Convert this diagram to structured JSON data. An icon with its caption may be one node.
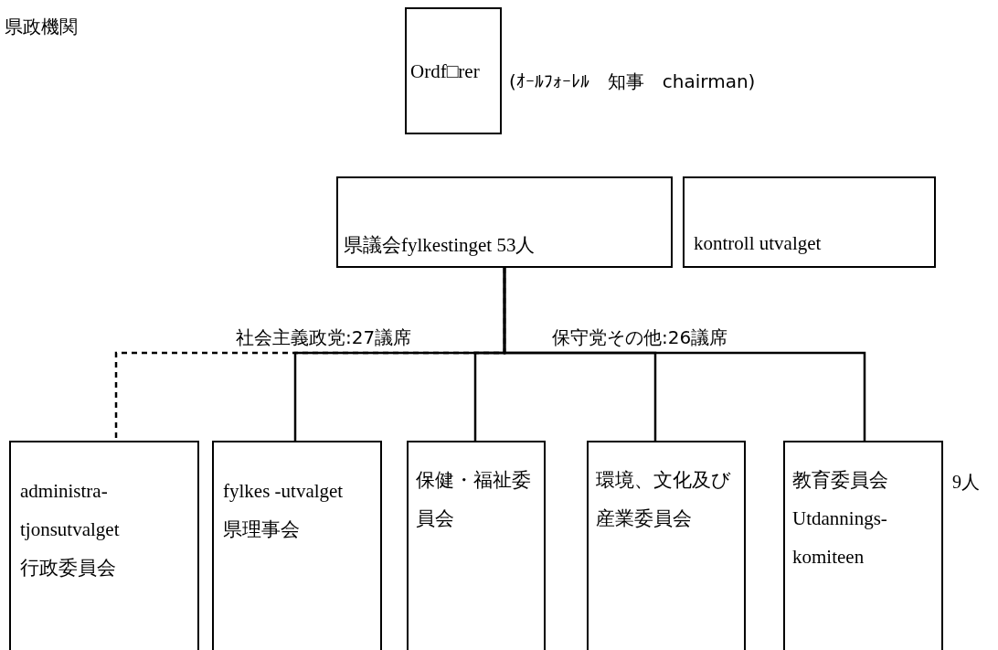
{
  "diagram": {
    "nodes": [
      {
        "text": [
          "Ordf□rer"
        ],
        "beside": [
          "(ｵｰﾙﾌｫｰﾚﾙ　知事　chairman)"
        ]
      },
      {
        "text": [
          "県議会fylkestinget 53人"
        ]
      },
      {
        "text": [
          "kontroll utvalget"
        ]
      },
      {
        "text": [
          "administra- tjonsutvalget",
          "行政委員会"
        ]
      },
      {
        "text": [
          "fylkes -utvalget",
          "県理事会"
        ]
      },
      {
        "text": [
          "保健・福祉委員会"
        ]
      },
      {
        "text": [
          "環境、文化及び産業委員会"
        ]
      },
      {
        "text": [
          "教育委員会",
          "Utdannings- komiteen"
        ],
        "beside": [
          "9人"
        ]
      }
    ],
    "edges": [
      {
        "from": 1,
        "to": 3,
        "arrow": "none",
        "style": "dashed"
      },
      {
        "from": 1,
        "to": 4,
        "arrow": "none"
      },
      {
        "from": 1,
        "to": 5,
        "arrow": "none"
      },
      {
        "from": 1,
        "to": 6,
        "arrow": "none"
      },
      {
        "from": 1,
        "to": 7,
        "arrow": "none"
      }
    ],
    "labels": [
      "県政機関",
      "社会主義政党:27議席",
      "保守党その他:26議席"
    ]
  }
}
